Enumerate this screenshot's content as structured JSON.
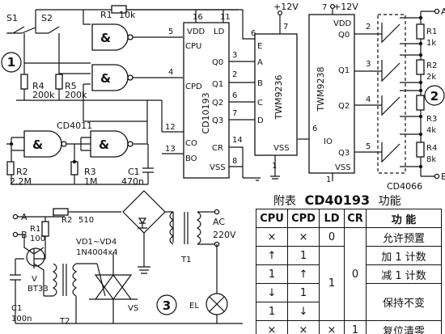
{
  "circuit1": {
    "marker": "1",
    "switches": [
      "S1",
      "S2"
    ],
    "resistors": [
      {
        "name": "R1",
        "value": "10k"
      },
      {
        "name": "R4",
        "value": "200k"
      },
      {
        "name": "R5",
        "value": "200k"
      },
      {
        "name": "R2",
        "value": "2.2M"
      },
      {
        "name": "R3",
        "value": "1M"
      }
    ],
    "capacitor": {
      "name": "C1",
      "value": "470n"
    },
    "gate_ic": "CD4011",
    "gate_symbol": "&",
    "counter_ic": {
      "name": "CD10193",
      "pins_left": [
        {
          "pin": "5",
          "label": "CPU"
        },
        {
          "pin": "4",
          "label": "CPD"
        },
        {
          "pin": "12",
          "label": "CO"
        },
        {
          "pin": "13",
          "label": "BO"
        }
      ],
      "pins_top": [
        {
          "pin": "16",
          "label": "VDD"
        },
        {
          "pin": "11",
          "label": "LD"
        }
      ],
      "pins_right": [
        {
          "pin": "3",
          "label": "Q0"
        },
        {
          "pin": "2",
          "label": "Q1"
        },
        {
          "pin": "6",
          "label": "Q2"
        },
        {
          "pin": "7",
          "label": "Q3"
        },
        {
          "pin": "14",
          "label": "CR"
        },
        {
          "pin": "8",
          "label": "VSS"
        }
      ]
    },
    "decoder_ic": {
      "name": "TWM9236",
      "supply": "+12V",
      "pin_vdd": "7",
      "pin_e": "6",
      "pin_vss": "1",
      "inputs": [
        "E",
        "A",
        "B",
        "C",
        "D"
      ],
      "vss": "VSS"
    }
  },
  "circuit2": {
    "marker": "2",
    "supply": "+12V",
    "decoder_ic": {
      "name": "TWM9238",
      "pins_vdd": "7",
      "vdd": "VDD",
      "io_pin": "6",
      "io": "IO",
      "vss_pin": "1",
      "vss": "VSS",
      "outputs": [
        {
          "pin": "2",
          "label": "Q0"
        },
        {
          "pin": "3",
          "label": "Q1"
        },
        {
          "pin": "4",
          "label": "Q2"
        },
        {
          "pin": "5",
          "label": "Q3"
        }
      ]
    },
    "resistors": [
      {
        "name": "R1",
        "value": "1k"
      },
      {
        "name": "R2",
        "value": "2k"
      },
      {
        "name": "R3",
        "value": "4k"
      },
      {
        "name": "R4",
        "value": "8k"
      }
    ],
    "switch_ic": "CD4066",
    "terminals": [
      "A",
      "B"
    ]
  },
  "circuit3": {
    "marker": "3",
    "terminals": [
      "A",
      "B"
    ],
    "components": [
      {
        "name": "R1",
        "value": "100"
      },
      {
        "name": "R2",
        "value": "510"
      },
      {
        "name": "V",
        "value": "BT33"
      },
      {
        "name": "C1",
        "value": "100n"
      },
      {
        "name": "VD1~VD4",
        "value": "1N4004x4"
      },
      {
        "name": "T1",
        "value": ""
      },
      {
        "name": "T2",
        "value": ""
      },
      {
        "name": "VS",
        "value": ""
      },
      {
        "name": "EL",
        "value": ""
      }
    ],
    "ac_supply": [
      "AC",
      "220V"
    ]
  },
  "table": {
    "title_prefix": "附表",
    "title_chip": "CD40193",
    "title_suffix": "功能",
    "headers": [
      "CPU",
      "CPD",
      "LD",
      "CR",
      "功  能"
    ],
    "rows": [
      [
        "×",
        "×",
        "0",
        "",
        "允许预置"
      ],
      [
        "↑",
        "1",
        "",
        "",
        "加 1 计数"
      ],
      [
        "1",
        "↑",
        "",
        "",
        "减 1 计数"
      ],
      [
        "↓",
        "1",
        "1",
        "0",
        "保持不变"
      ],
      [
        "1",
        "↓",
        "",
        "",
        ""
      ],
      [
        "×",
        "×",
        "×",
        "1",
        "复位清零"
      ]
    ]
  }
}
